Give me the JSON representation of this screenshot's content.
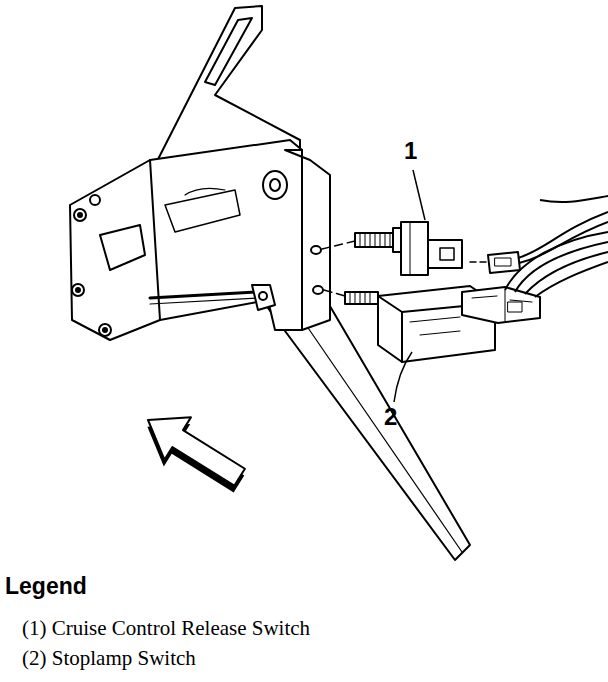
{
  "diagram": {
    "labels": [
      "1",
      "2",
      "Legend"
    ],
    "legend": [
      {
        "text": "(1) Cruise Control Release Switch"
      },
      {
        "text": "(2) Stoplamp Switch"
      }
    ]
  }
}
